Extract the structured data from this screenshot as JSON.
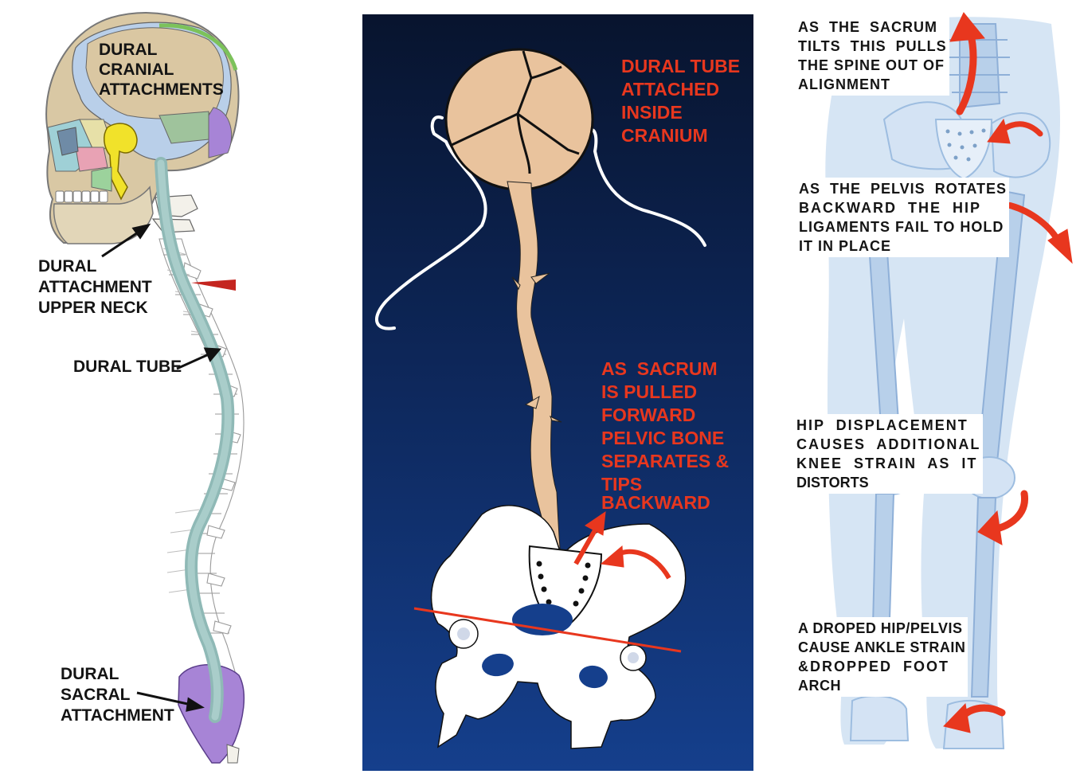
{
  "colors": {
    "dural_tube": "#9fc3c0",
    "skull_beige": "#d9c8a4",
    "brain_blue": "#aac6ea",
    "sacral_purple": "#a784d6",
    "mid_background_top": "#08142e",
    "mid_background_bottom": "#123a86",
    "tube_tan": "#e9c39d",
    "label_red": "#e8371e",
    "skeleton_blue": "#b8d0ea"
  },
  "left_panel": {
    "labels": {
      "cranial": [
        "DURAL",
        "CRANIAL",
        "ATTACHMENTS"
      ],
      "upper_neck": [
        "DURAL",
        "ATTACHMENT",
        "UPPER NECK"
      ],
      "tube": "DURAL TUBE",
      "sacral": [
        "DURAL",
        "SACRAL",
        "ATTACHMENT"
      ]
    }
  },
  "middle_panel": {
    "labels": {
      "cranium": [
        "DURAL TUBE",
        "ATTACHED",
        "INSIDE",
        "CRANIUM"
      ],
      "sacrum": [
        "AS  SACRUM",
        "IS PULLED",
        "FORWARD",
        "PELVIC BONE",
        "SEPARATES &",
        "TIPS BACKWARD"
      ]
    }
  },
  "right_panel": {
    "labels": {
      "sacrum_tilt": [
        "AS  THE  SACRUM",
        "TILTS  THIS  PULLS",
        "THE SPINE OUT OF",
        "ALIGNMENT"
      ],
      "pelvis_rotates": [
        "AS  THE  PELVIS  ROTATES",
        "BACKWARD  THE  HIP",
        "LIGAMENTS FAIL TO HOLD",
        "IT IN PLACE"
      ],
      "hip_displacement": [
        "HIP  DISPLACEMENT",
        "CAUSES  ADDITIONAL",
        "KNEE  STRAIN  AS  IT",
        "DISTORTS"
      ],
      "dropped_hip": [
        "A DROPED HIP/PELVIS",
        "CAUSE ANKLE STRAIN",
        "&DROPPED  FOOT",
        "ARCH"
      ]
    }
  }
}
